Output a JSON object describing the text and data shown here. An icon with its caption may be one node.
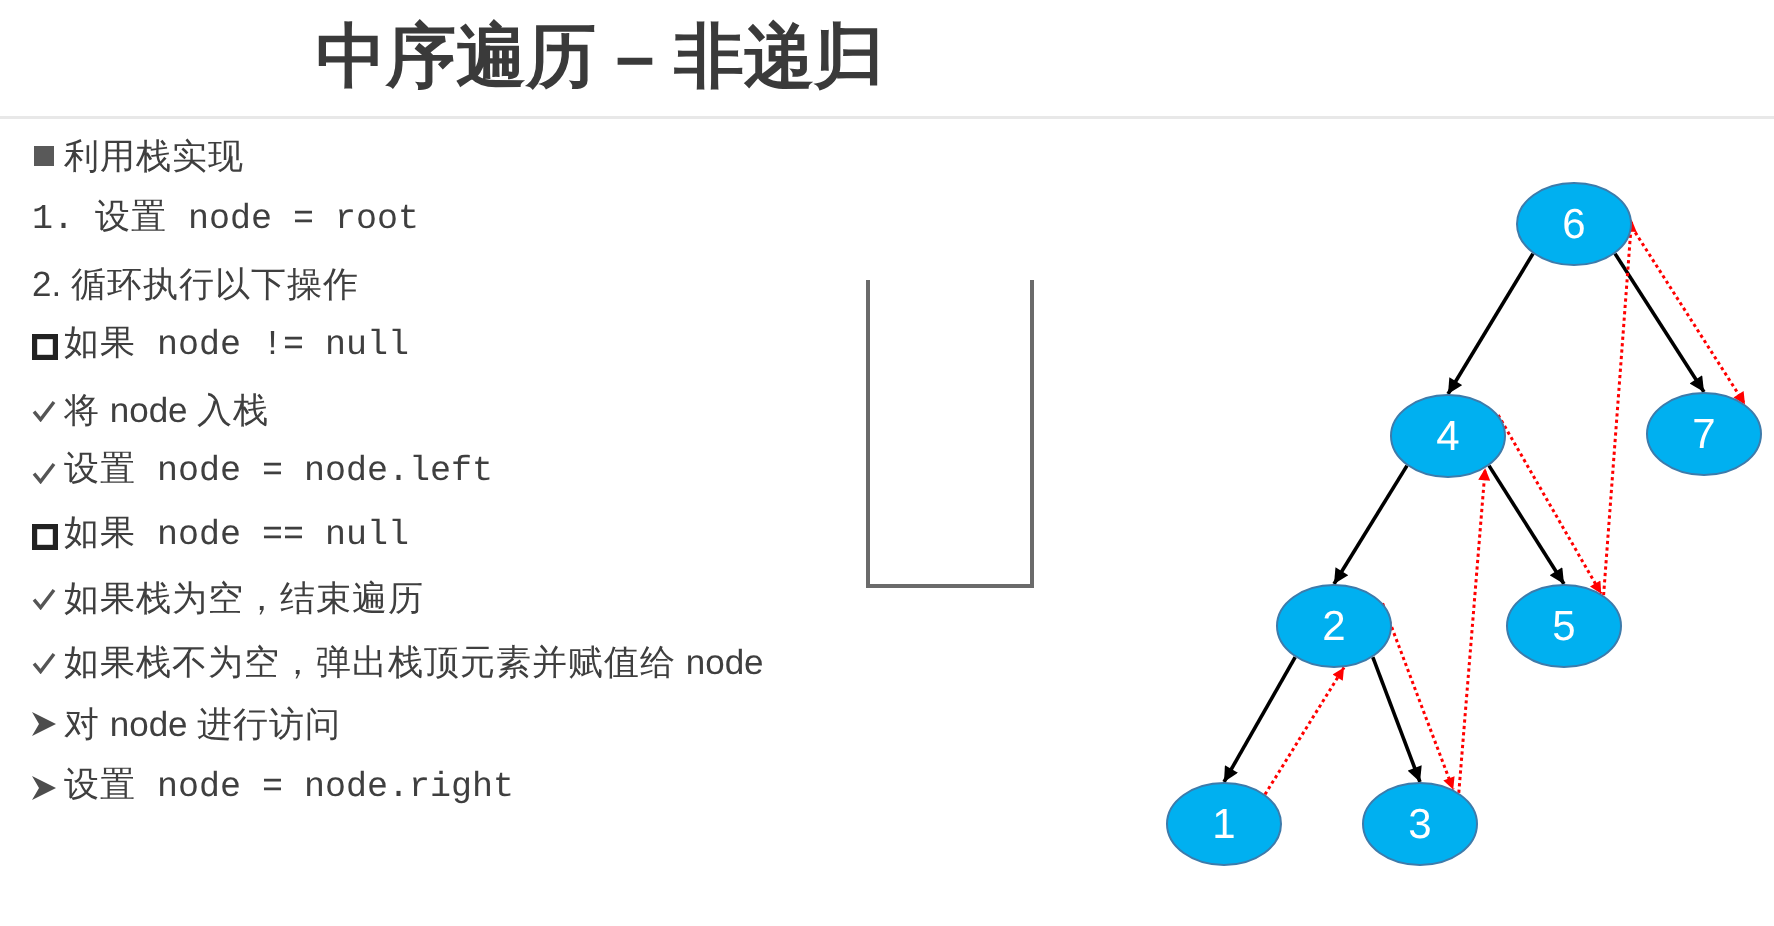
{
  "diagram": {
    "title": "中序遍历 – 非递归",
    "nodes": [
      {
        "text": [
          "6"
        ]
      },
      {
        "text": [
          "4"
        ]
      },
      {
        "text": [
          "7"
        ]
      },
      {
        "text": [
          "2"
        ]
      },
      {
        "text": [
          "5"
        ]
      },
      {
        "text": [
          "1"
        ]
      },
      {
        "text": [
          "3"
        ]
      }
    ],
    "edges": [
      {
        "from": 0,
        "to": 1,
        "arrow": "to"
      },
      {
        "from": 0,
        "to": 2,
        "arrow": "to"
      },
      {
        "from": 1,
        "to": 3,
        "arrow": "to"
      },
      {
        "from": 1,
        "to": 4,
        "arrow": "to"
      },
      {
        "from": 3,
        "to": 5,
        "arrow": "to"
      },
      {
        "from": 3,
        "to": 6,
        "arrow": "to"
      },
      {
        "from": 5,
        "to": 3,
        "arrow": "to",
        "style": "dashed",
        "color": "#ff0000"
      },
      {
        "from": 3,
        "to": 6,
        "arrow": "to",
        "style": "dashed",
        "color": "#ff0000"
      },
      {
        "from": 6,
        "to": 1,
        "arrow": "to",
        "style": "dashed",
        "color": "#ff0000"
      },
      {
        "from": 1,
        "to": 4,
        "arrow": "to",
        "style": "dashed",
        "color": "#ff0000"
      },
      {
        "from": 4,
        "to": 0,
        "arrow": "to",
        "style": "dashed",
        "color": "#ff0000"
      },
      {
        "from": 0,
        "to": 2,
        "arrow": "to",
        "style": "dashed",
        "color": "#ff0000"
      }
    ],
    "labels": [
      "利用栈实现",
      "1. 设置 node = root",
      "2. 循环执行以下操作",
      "如果 node != null",
      "将 node 入栈",
      "设置 node = node.left",
      "如果 node == null",
      "如果栈为空，结束遍历",
      "如果栈不为空，弹出栈顶元素并赋值给 node",
      "对 node 进行访问",
      "设置 node = node.right"
    ]
  }
}
